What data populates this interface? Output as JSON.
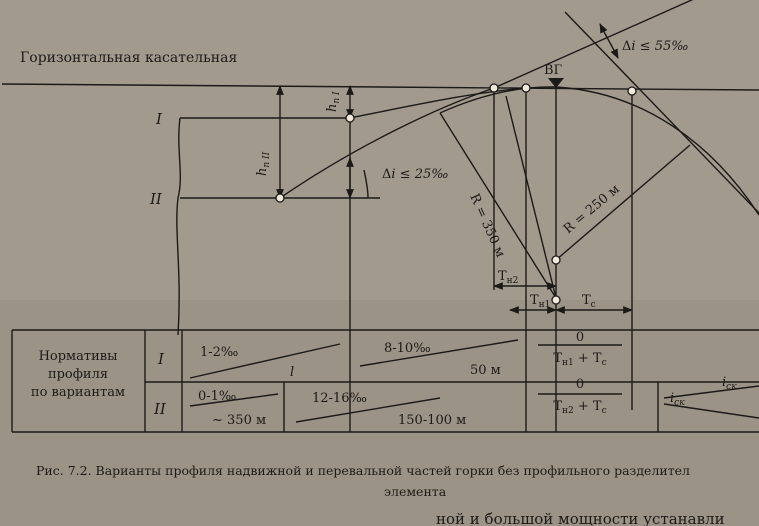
{
  "diagram": {
    "tangent_label": "Горизонтальная касательная",
    "top_label": "ВГ",
    "left_level_1": "I",
    "left_level_2": "II",
    "h_label_1": "h",
    "h_label_1_sub": "п I",
    "h_label_2": "h",
    "h_label_2_sub": "п II",
    "delta_small_prefix": "Δ",
    "delta_small": "i ≤ 25‰",
    "delta_big_prefix": "Δ",
    "delta_big": "i ≤ 55‰",
    "radius_350": "R = 350 м",
    "radius_250": "R = 250 м",
    "t_n2": "Т",
    "t_n2_sub": "н2",
    "t_n1": "Т",
    "t_n1_sub": "н1",
    "t_c": "Т",
    "t_c_sub": "с"
  },
  "table": {
    "header": [
      "Нормативы",
      "профиля",
      "по вариантам"
    ],
    "rows": [
      {
        "variant": "I",
        "cells": [
          {
            "slope": "1-2‰",
            "length": "l"
          },
          {
            "slope": "8-10‰",
            "length": "50 м"
          },
          {
            "numerator": "0",
            "denominator_main": "Т",
            "denominator_sub1": "н1",
            "denominator_mid": " + Т",
            "denominator_sub2": "с"
          }
        ]
      },
      {
        "variant": "II",
        "cells": [
          {
            "slope": "0-1‰",
            "length": "~ 350 м"
          },
          {
            "slope": "12-16‰",
            "length": "150-100 м"
          },
          {
            "numerator": "0",
            "denominator_main": "Т",
            "denominator_sub1": "н2",
            "denominator_mid": " + Т",
            "denominator_sub2": "с"
          },
          {
            "i_top": "i",
            "i_top_sub": "ск",
            "i_bottom": "i",
            "i_bottom_sub": "ск"
          }
        ]
      }
    ]
  },
  "caption": {
    "line1": "Рис. 7.2. Варианты профиля надвижной и перевальной частей горки без профильного разделител",
    "line2": "элемента"
  },
  "footer_text": "ной и большой мощности устанавли"
}
